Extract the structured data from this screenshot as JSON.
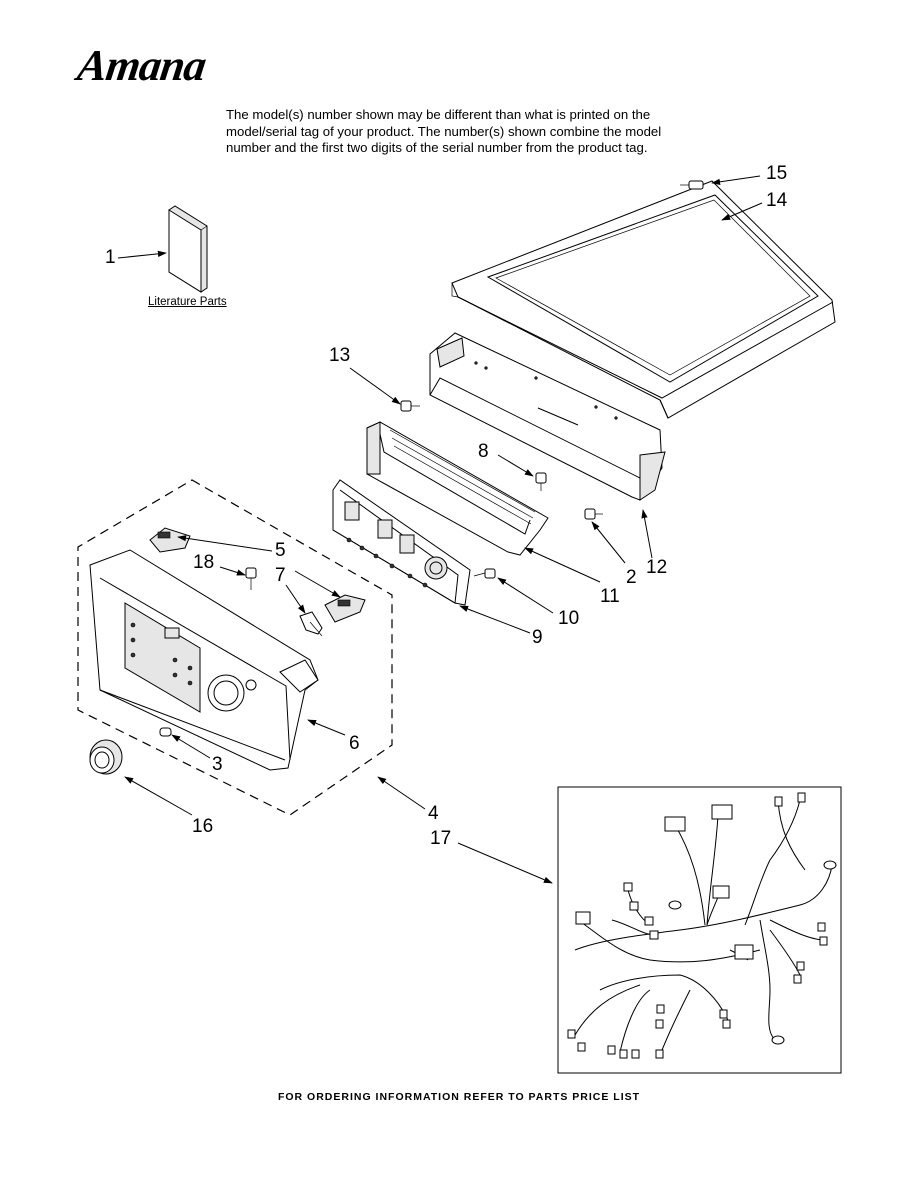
{
  "brand": "Amana",
  "notice": {
    "line1": "The model(s) number shown may be different than what is printed on the",
    "line2": "model/serial tag of your product. The number(s) shown combine the model",
    "line3": "number and the first two digits of the serial number from the product tag."
  },
  "literature_label": "Literature Parts",
  "footer": "FOR ORDERING INFORMATION REFER TO PARTS PRICE LIST",
  "callouts": {
    "c1": "1",
    "c2": "2",
    "c3": "3",
    "c4": "4",
    "c5": "5",
    "c6": "6",
    "c7": "7",
    "c8": "8",
    "c9": "9",
    "c10": "10",
    "c11": "11",
    "c12": "12",
    "c13": "13",
    "c14": "14",
    "c15": "15",
    "c16": "16",
    "c17": "17",
    "c18": "18"
  }
}
